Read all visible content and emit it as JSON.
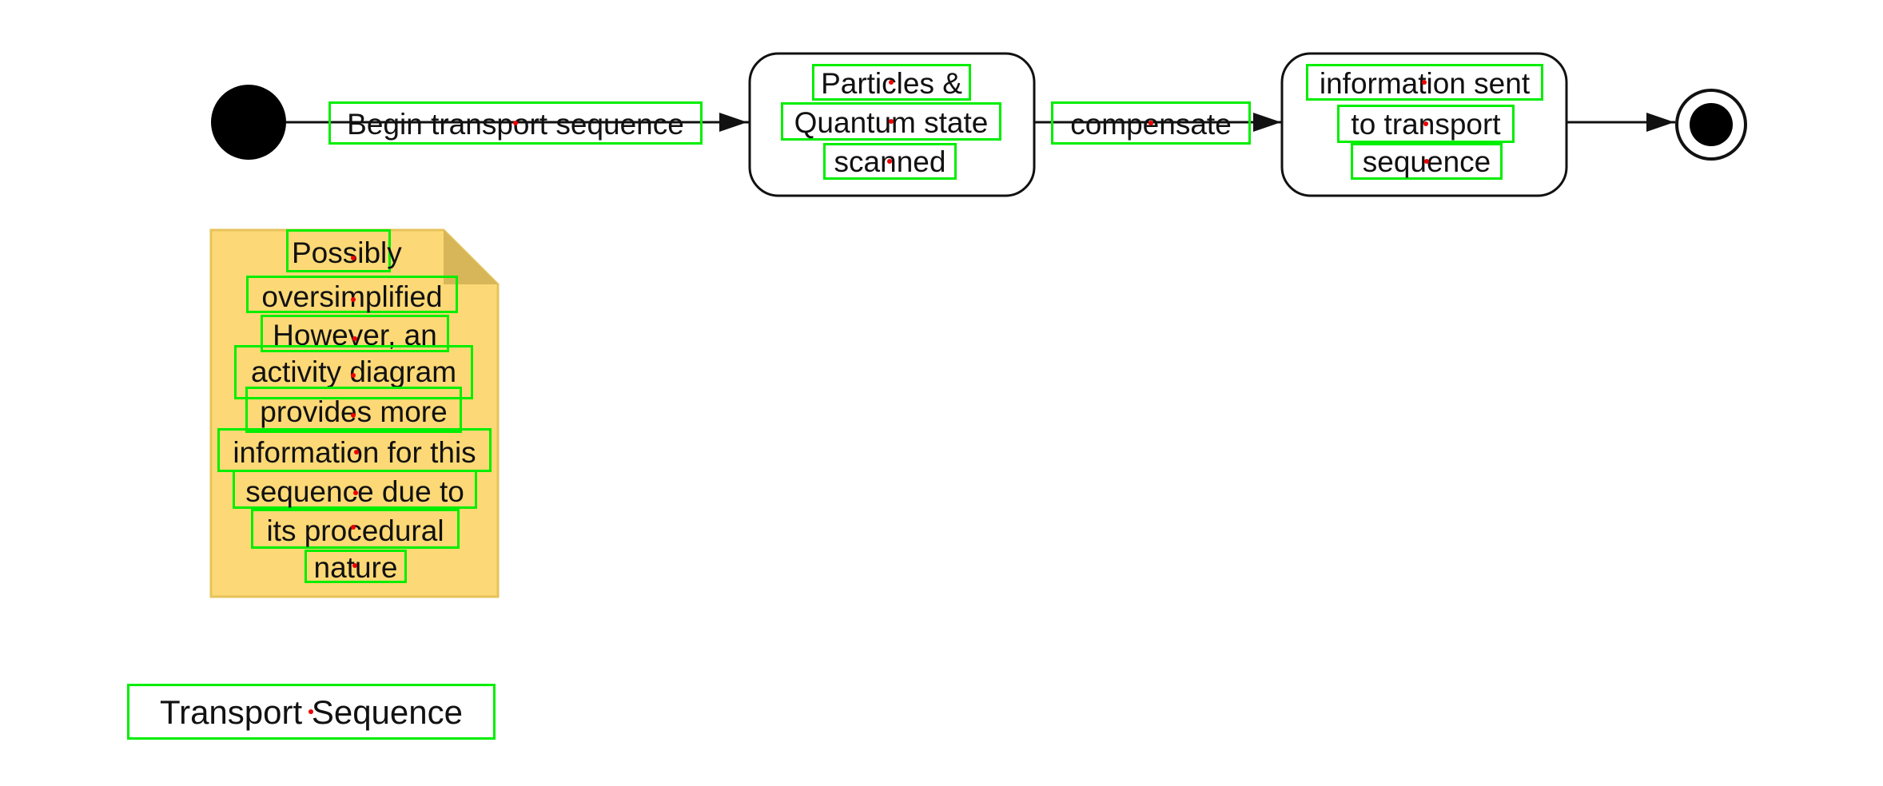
{
  "diagram": {
    "edges": [
      {
        "label": "Begin transport sequence"
      },
      {
        "label": "compensate"
      }
    ],
    "states": [
      {
        "lines": [
          "Particles &",
          "Quantum state",
          "scanned"
        ]
      },
      {
        "lines": [
          "information sent",
          "to transport",
          "sequence"
        ]
      }
    ],
    "note": {
      "lines": [
        "Possibly",
        "oversimplified",
        "However, an",
        "activity diagram",
        "provides more",
        "information for this",
        "sequence due to",
        "its procedural",
        "nature"
      ]
    },
    "caption": "Transport Sequence"
  },
  "colors": {
    "note_fill": "#fcd976",
    "note_fold": "#d6b659",
    "note_border": "#e6c35a",
    "highlight_box": "#00ee00",
    "highlight_dot": "#ee0000",
    "line": "#111111"
  }
}
